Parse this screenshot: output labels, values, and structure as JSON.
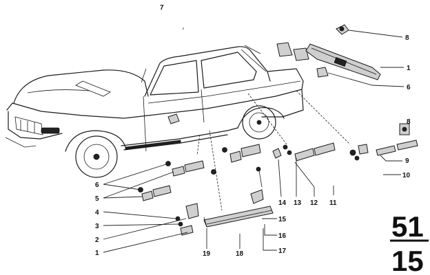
{
  "callouts": {
    "c7": "7",
    "c8a": "8",
    "c1a": "1",
    "c6a": "6",
    "c8b": "8",
    "c9": "9",
    "c10": "10",
    "c11": "11",
    "c12": "12",
    "c13": "13",
    "c14": "14",
    "c6b": "6",
    "c5": "5",
    "c4": "4",
    "c3": "3",
    "c2": "2",
    "c1b": "1",
    "c19": "19",
    "c18": "18",
    "c15": "15",
    "c16": "16",
    "c17": "17"
  },
  "page_code": {
    "top": "51",
    "bottom": "15"
  }
}
